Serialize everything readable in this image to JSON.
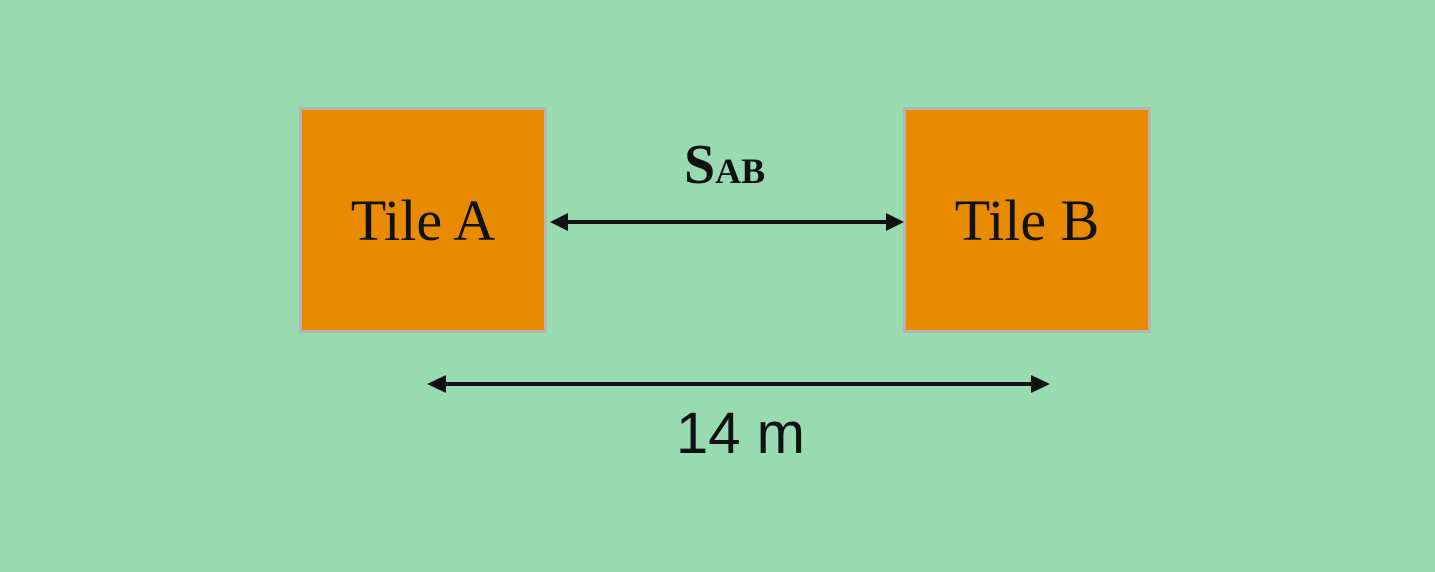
{
  "diagram": {
    "tile_a": {
      "label": "Tile A"
    },
    "tile_b": {
      "label": "Tile B"
    },
    "separation_label": {
      "main": "S",
      "subscript": "AB"
    },
    "distance_label": "14 m"
  },
  "colors": {
    "background": "#99dbb0",
    "tile_fill": "#e98b00",
    "tile_border": "#b5b5b5",
    "arrow": "#111111",
    "text": "#111111"
  }
}
